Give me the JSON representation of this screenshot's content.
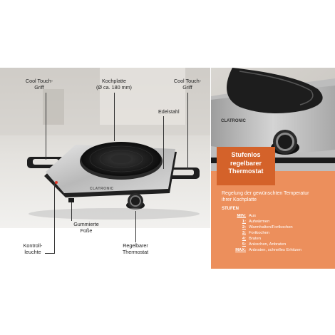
{
  "labels": {
    "cool_left": [
      "Cool Touch-",
      "Griff"
    ],
    "kochplatte": [
      "Kochplatte",
      "(Ø ca. 180 mm)"
    ],
    "cool_right": [
      "Cool Touch-",
      "Griff"
    ],
    "edelstahl": [
      "Edelstahl"
    ],
    "gummierte": [
      "Gummierte",
      "Füße"
    ],
    "kontroll": [
      "Kontroll-",
      "leuchte"
    ],
    "regelbar": [
      "Regelbarer",
      "Thermostat"
    ]
  },
  "brand": {
    "left_logo": "CLATRONIC",
    "right_logo": "CLATRONIC"
  },
  "right_panel": {
    "badge": [
      "Stufenlos",
      "regelbarer",
      "Thermostat"
    ],
    "description": [
      "Regelung der gewünschten Temperatur",
      "ihrer Kochplatte"
    ],
    "stufen_title": "STUFEN",
    "stufen": [
      {
        "key": "MIN:",
        "value": "Aus"
      },
      {
        "key": "1:",
        "value": "Aufwärmen"
      },
      {
        "key": "2:",
        "value": "Warmhalten/Fortkochen"
      },
      {
        "key": "3:",
        "value": "Fortkochen"
      },
      {
        "key": "4:",
        "value": "Braten"
      },
      {
        "key": "5:",
        "value": "Ankochen, Anbraten"
      },
      {
        "key": "MAX:",
        "value": "Anbraten, schnelles Erhitzen"
      }
    ]
  },
  "colors": {
    "accent": "#ec8f5c",
    "badge": "#d4622a"
  }
}
